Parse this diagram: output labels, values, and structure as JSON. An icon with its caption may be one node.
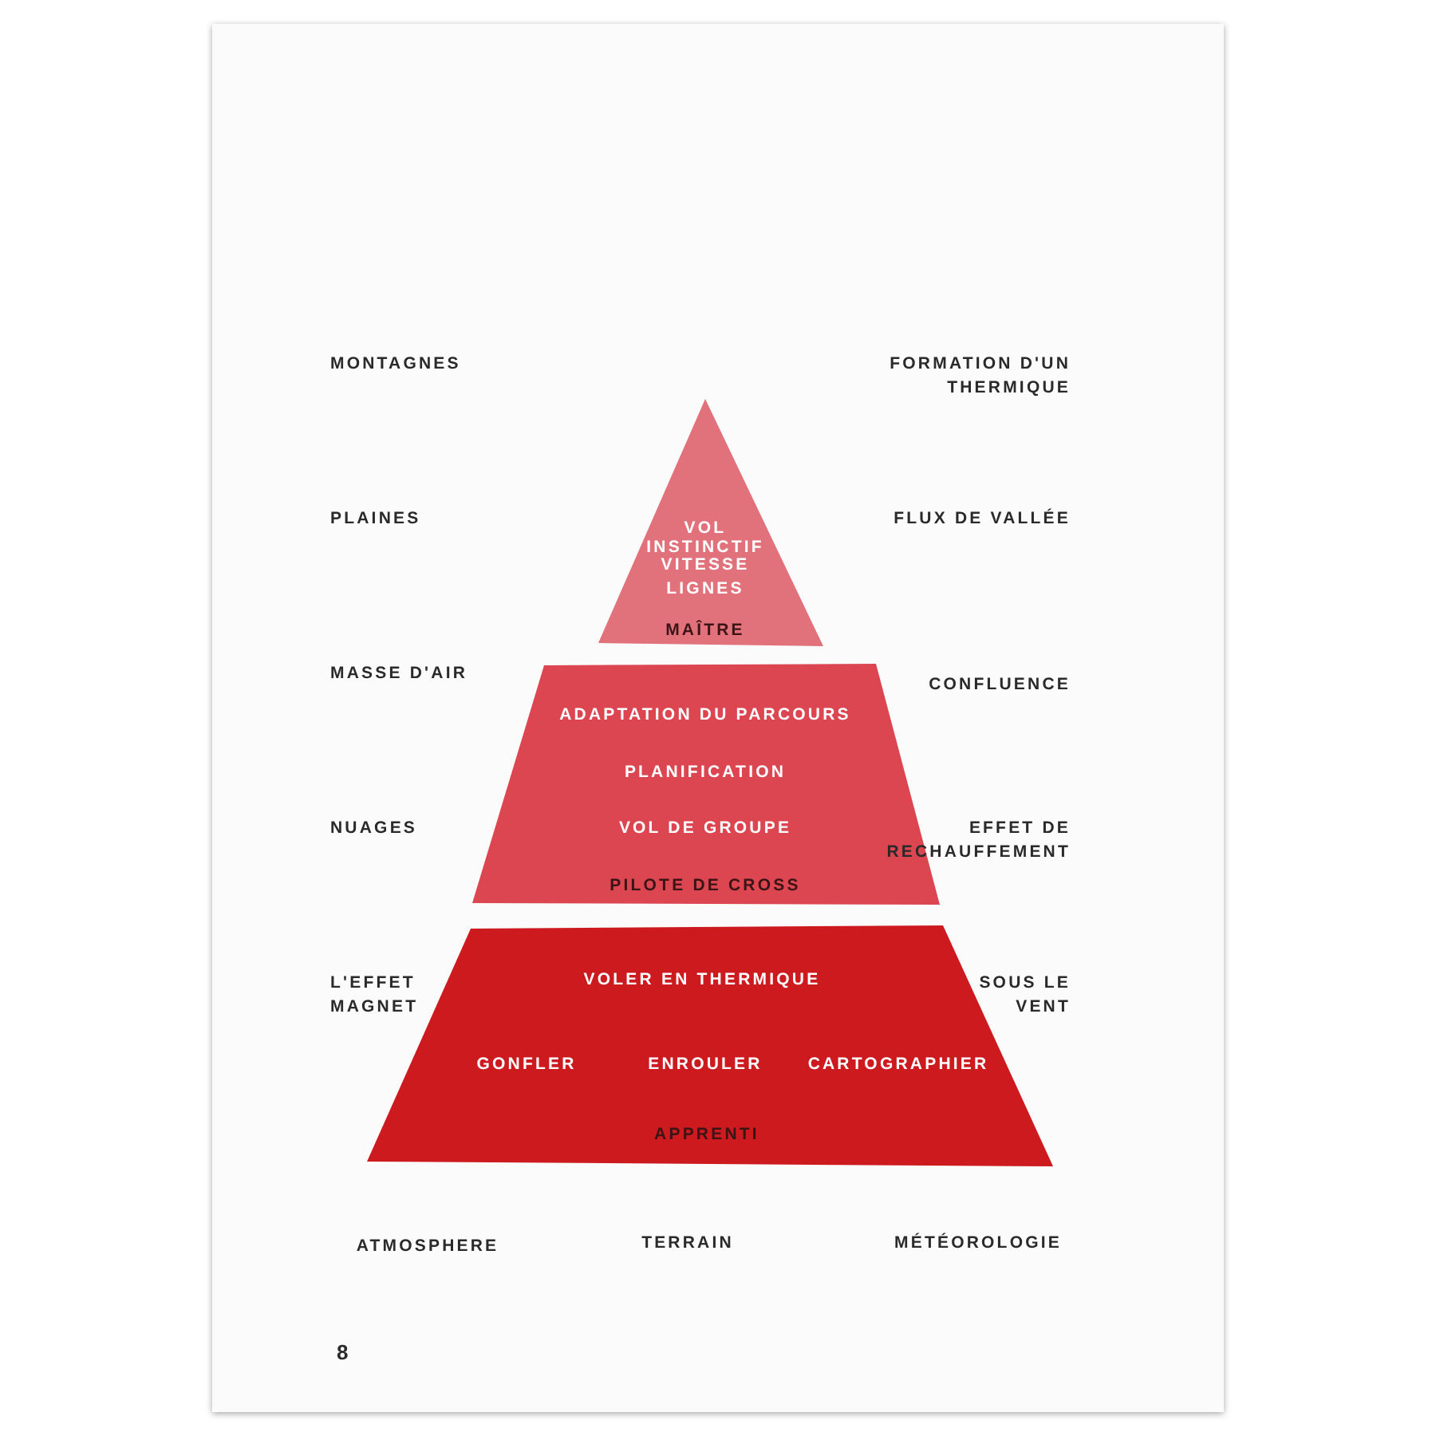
{
  "diagram": {
    "nodes": [
      {
        "text": [
          "VOL INSTINCTIF",
          "VITESSE",
          "LIGNES",
          "MAÎTRE"
        ]
      },
      {
        "text": [
          "ADAPTATION DU PARCOURS",
          "PLANIFICATION",
          "VOL DE GROUPE",
          "PILOTE DE CROSS"
        ]
      },
      {
        "text": [
          "VOLER EN THERMIQUE",
          "GONFLER",
          "ENROULER",
          "CARTOGRAPHIER",
          "APPRENTI"
        ]
      }
    ],
    "edges": [],
    "labels": [
      "MONTAGNES",
      "FORMATION D'UN THERMIQUE",
      "PLAINES",
      "FLUX DE VALLÉE",
      "MASSE D'AIR",
      "CONFLUENCE",
      "NUAGES",
      "EFFET DE RECHAUFFEMENT",
      "L'EFFET MAGNET",
      "SOUS LE VENT",
      "ATMOSPHERE",
      "TERRAIN",
      "MÉTÉOROLOGIE",
      "8"
    ]
  }
}
